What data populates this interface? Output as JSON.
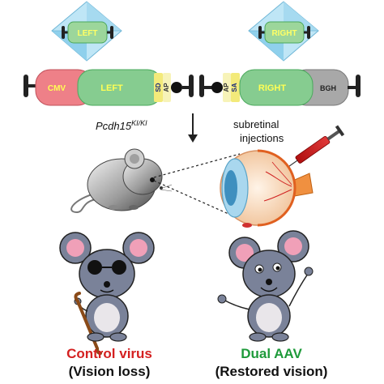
{
  "capsids": {
    "left_label": "LEFT",
    "right_label": "RIGHT"
  },
  "constructs": {
    "left": {
      "promoter": "CMV",
      "gene": "LEFT",
      "sd": "SD",
      "ap": "AP"
    },
    "right": {
      "ap": "AP",
      "sa": "SA",
      "gene": "RIGHT",
      "polya": "BGH"
    }
  },
  "labels": {
    "mouse_line": "Pcdh15",
    "mouse_line_sup": "KI/KI",
    "injection_line1": "subretinal",
    "injection_line2": "injections"
  },
  "outcomes": {
    "control": {
      "title": "Control virus",
      "subtitle": "(Vision loss)"
    },
    "dual": {
      "title": "Dual AAV",
      "subtitle": "(Restored vision)"
    }
  },
  "colors": {
    "control_red": "#d42020",
    "dual_green": "#1e9a3a",
    "gene_green": "#7ec88a",
    "cmv_red": "#e8707a",
    "bgh_gray": "#a8a8a8",
    "capsid_blue": "#8fd0ec",
    "sd_sa_yellow": "#f3ea7a"
  }
}
